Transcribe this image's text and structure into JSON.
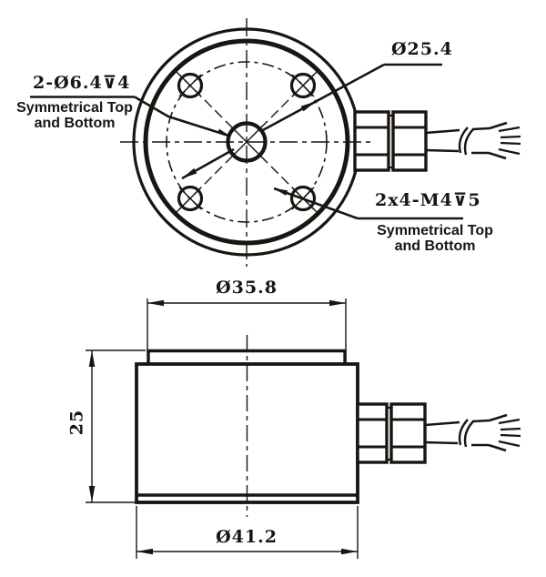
{
  "colors": {
    "ink": "#191511",
    "paper": "#ffffff"
  },
  "top_view": {
    "counterbore_callout": "2-Ø6.4⊽4",
    "counterbore_note_line1": "Symmetrical Top",
    "counterbore_note_line2": "and Bottom",
    "bolt_circle_callout": "Ø25.4",
    "thread_callout": "2x4-M4⊽5",
    "thread_note_line1": "Symmetrical Top",
    "thread_note_line2": "and Bottom"
  },
  "side_view": {
    "top_diameter_label": "Ø35.8",
    "height_label": "25",
    "outer_diameter_label": "Ø41.2"
  }
}
